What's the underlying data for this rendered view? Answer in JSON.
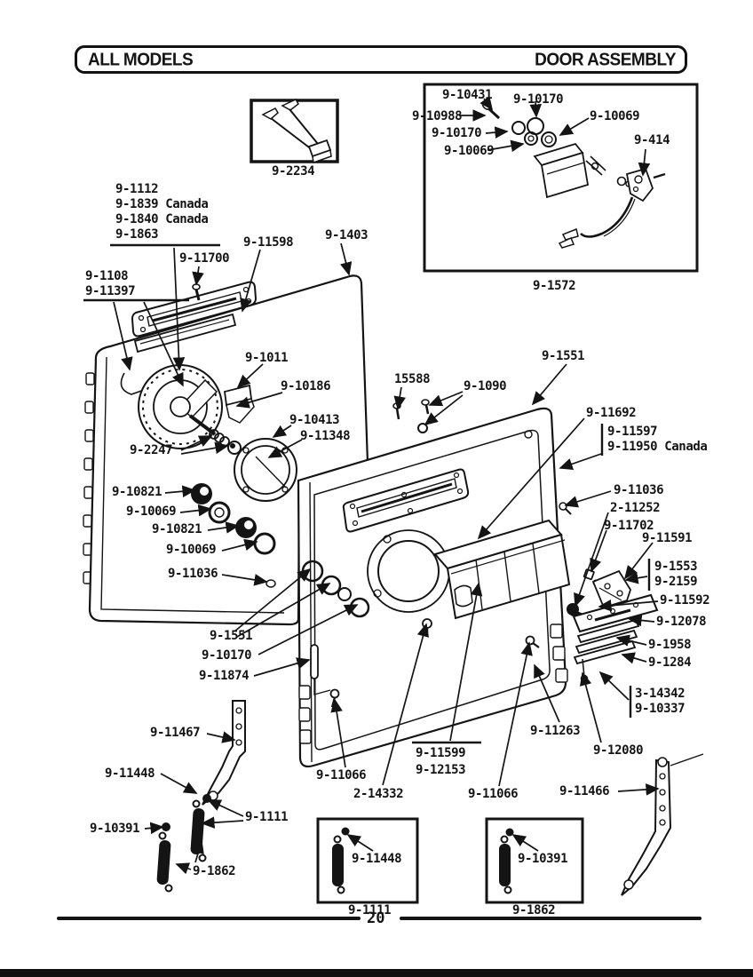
{
  "header": {
    "left": "ALL MODELS",
    "right": "DOOR ASSEMBLY"
  },
  "page": {
    "number": "20"
  },
  "insets": {
    "harness": {
      "caption": "9-2234"
    },
    "latch": {
      "caption": "9-1572"
    }
  },
  "parts": {
    "p9_1112": "9-1112",
    "p9_1839": "9-1839 Canada",
    "p9_1840": "9-1840 Canada",
    "p9_1863": "9-1863",
    "p9_11700": "9-11700",
    "p9_11598": "9-11598",
    "p9_1403": "9-1403",
    "p9_1108": "9-1108",
    "p9_11397": "9-11397",
    "p9_10431": "9-10431",
    "p9_10170": "9-10170",
    "p9_10988": "9-10988",
    "p9_10069": "9-10069",
    "p9_414": "9-414",
    "p9_1011": "9-1011",
    "p9_10186": "9-10186",
    "p9_10413": "9-10413",
    "p9_11348": "9-11348",
    "p9_2247": "9-2247",
    "p15588": "15588",
    "p9_1090": "9-1090",
    "p9_1551": "9-1551",
    "p9_11692": "9-11692",
    "p9_11597": "9-11597",
    "p9_11950": "9-11950 Canada",
    "p9_10821": "9-10821",
    "p9_11036": "9-11036",
    "p2_11252": "2-11252",
    "p9_11702": "9-11702",
    "p9_11591": "9-11591",
    "p9_1553": "9-1553",
    "p9_2159": "9-2159",
    "p9_11592": "9-11592",
    "p9_12078": "9-12078",
    "p9_1958": "9-1958",
    "p9_1284": "9-1284",
    "p3_14342": "3-14342",
    "p9_10337": "9-10337",
    "p9_11874": "9-11874",
    "p9_11467": "9-11467",
    "p9_11448": "9-11448",
    "p9_1111": "9-1111",
    "p9_10391": "9-10391",
    "p9_1862": "9-1862",
    "p9_11066": "9-11066",
    "p2_14332": "2-14332",
    "p9_11599": "9-11599",
    "p9_12153": "9-12153",
    "p9_11263": "9-11263",
    "p9_12080": "9-12080",
    "p9_11466": "9-11466",
    "p9_2234": "9-2234",
    "p9_1572": "9-1572"
  }
}
